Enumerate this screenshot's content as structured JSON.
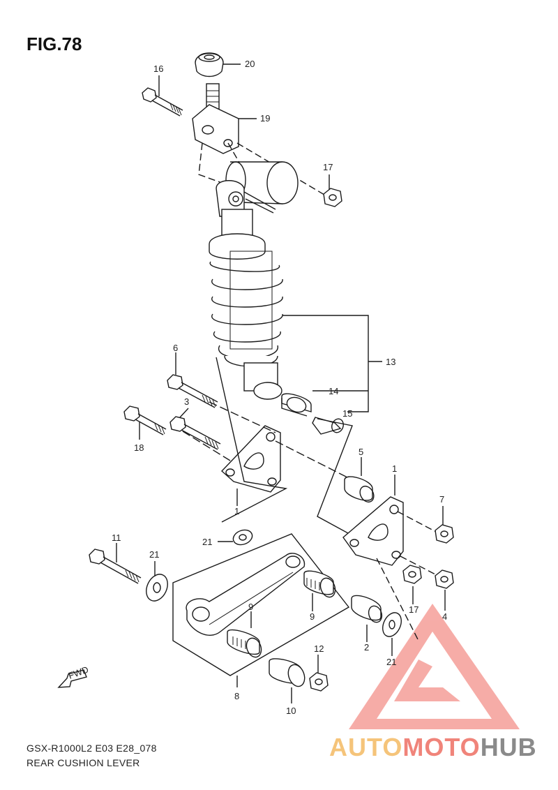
{
  "figure": {
    "title": "FIG.78"
  },
  "footer": {
    "model_line": "GSX-R1000L2 E03 E28_078",
    "section_name": "REAR CUSHION LEVER"
  },
  "callouts": {
    "p1a": "1",
    "p1b": "1",
    "p2": "2",
    "p3": "3",
    "p4": "4",
    "p5": "5",
    "p6": "6",
    "p7": "7",
    "p8": "8",
    "p9a": "9",
    "p9b": "9",
    "p10": "10",
    "p11": "11",
    "p12": "12",
    "p13": "13",
    "p14": "14",
    "p15": "15",
    "p16": "16",
    "p17a": "17",
    "p17b": "17",
    "p18": "18",
    "p19": "19",
    "p20": "20",
    "p21a": "21",
    "p21b": "21",
    "p21c": "21"
  },
  "fwd_badge": "FWD",
  "watermark": {
    "part_a": "AUTO",
    "part_b": "MOTO",
    "part_c": "HUB",
    "colors": [
      "#f5c47a",
      "#f0847a",
      "#8a8a8a"
    ]
  }
}
